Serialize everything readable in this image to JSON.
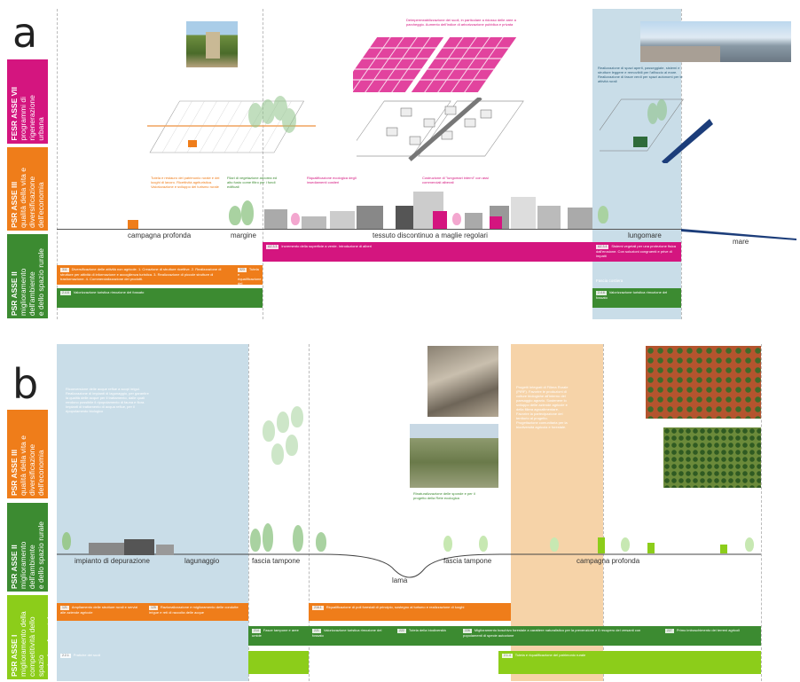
{
  "panel_a": {
    "letter": "a",
    "axes": [
      {
        "title": "FESR ASSE VII",
        "subtitle": "programmi di\nrigenerazione\nurbana",
        "color": "#d4157f"
      },
      {
        "title": "PSR ASSE III",
        "subtitle": "qualità della vita e\ndiversificazione\ndell'economia",
        "color": "#ef7d1a"
      },
      {
        "title": "PSR ASSE II",
        "subtitle": "miglioramento\ndell'ambiente\ne dello spazio rurale",
        "color": "#3c8b31"
      }
    ],
    "locations": [
      "campagna profonda",
      "margine",
      "tessuto discontinuo a maglie regolari",
      "lungomare",
      "mare"
    ],
    "notes": {
      "pink_top": "Deimpermeabilizzazione dei suoli, in particolare a ridosso delle aree a parcheggio. Aumento dell'indice di arborizzazione pubblica e privata",
      "orange_left": "Tutela e restauro del patrimonio rurale e dei luoghi di lavoro. Ricettività agrituristica. Valorizzazione e sviluppo del turismo rurale",
      "green_margin": "Filari di vegetazione arborea ed alto fusto come filtro per i fondi edificati",
      "pink_mid": "Riqualificazione ecologica degli insediamenti costieri",
      "pink_right": "Costruzione di \"lungomari interni\" con assi commerciali alberati",
      "blue_right": "Realizzazione di spazi aperti, passeggiate, sistemi e strutture leggere e removibili per l'affaccio al mare. Realizzazione di fasce verdi per spazi autonomi per le attività rurali"
    },
    "bands": {
      "pink_code": "AZ.3.3",
      "pink_text": "Incremento della superficie a verde. Introduzione di alberi",
      "pink_code_right": "AZ.3.4",
      "pink_text_right": "Sistemi vegetali per una protezione fisica dall'erosione. Con soluzioni congruenti e prive di impatti",
      "orange_code_1": "311",
      "orange_text_1": "Diversificazione delle attività non agricole. 1. Creazione di strutture ricettive. 2. Realizzazione di strutture per attività di informazione e accoglienza turistica. 3. Realizzazione di piccole strutture di trasformazione. 4. Commercializzazione dei prodotti.",
      "orange_code_2": "323",
      "orange_text_2": "Tutela e riqualificazione del patrimonio rurale",
      "green_code": "2.4.6",
      "green_text": "Valorizzazione turistica rimozione del fossato",
      "green_label_right": "Fascia costiera",
      "green_code_right": "2.4.6",
      "green_text_right": "Valorizzazione turistica rimozione del fossato"
    }
  },
  "panel_b": {
    "letter": "b",
    "axes": [
      {
        "title": "PSR ASSE III",
        "subtitle": "qualità della vita e\ndiversificazione\ndell'economia",
        "color": "#ef7d1a"
      },
      {
        "title": "PSR ASSE II",
        "subtitle": "miglioramento\ndell'ambiente\ne dello spazio rurale",
        "color": "#3c8b31"
      },
      {
        "title": "PSR ASSE I",
        "subtitle": "miglioramento della\ncompetitività dello spazio\nagricolo e forestale",
        "color": "#8ccd1a"
      }
    ],
    "locations": [
      "impianto di depurazione",
      "lagunaggio",
      "fascia tampone",
      "lama",
      "fascia tampone",
      "campagna profonda"
    ],
    "notes": {
      "blue_left": "Riconversione delle acque reflue a scopi irrigui. Realizzazione di impianti di lagunaggio, per garantire la qualità delle acque per il trattamento, dalle quali rendono possibile il ripopolamento di fauna e flora. Impianti di trattamento di acqua reflue, per il ripopolamento biologico",
      "green_mid": "Rinaturalizzazione delle sponde e per il progetto della Rete ecologica",
      "peach": "Progetti Integrati di Filiera Rurale (PIRF). Favorire le produzioni di colture biologiche all'interno del paesaggio agrario. Sostenere lo sviluppo delle aziende agricole e della filiera agroalimentare. Favorire la partecipazione del territorio al progetto. Progettazione comunitaria per la biodiversità agricola e forestale."
    },
    "bands": {
      "orange_code_1": "121",
      "orange_text_1": "Ampliamento delle strutture rurali e servizi alle aziende agricole",
      "orange_code_2": "125",
      "orange_text_2": "Razionalizzazione e miglioramento delle condotte irrigue e reti di raccolta delle acque",
      "orange_code_3": "216.1",
      "orange_text_3": "Riqualificazione di poli forestali di principio, sostegno al turismo e realizzazione di luoghi",
      "green_code_1": "214",
      "green_text_1": "Fasce tampone e aree umide",
      "green_code_2": "221",
      "green_text_2": "Valorizzazione turistica rimozione del fossato",
      "green_code_3": "222",
      "green_text_3": "Tutela della biodiversità",
      "green_code_4": "226",
      "green_text_4": "Miglioramento boschivo forestale a carattere naturalistico per la prevenzione e il recupero dei versanti con popolamenti di specie autoctone",
      "green_code_5": "227",
      "green_text_5": "Primo imboschimento dei terreni agricoli",
      "light_code_1": "2.2.1",
      "light_text_1": "Pratiche dei suoli",
      "light_code_2": "2.1.4",
      "light_text_2": "Tutela e riqualificazione del patrimonio rurale"
    }
  },
  "colors": {
    "magenta": "#d4157f",
    "orange": "#ef7d1a",
    "green": "#3c8b31",
    "lime": "#8ccd1a",
    "blue": "#c9dde8",
    "peach": "#f6d3a8"
  }
}
